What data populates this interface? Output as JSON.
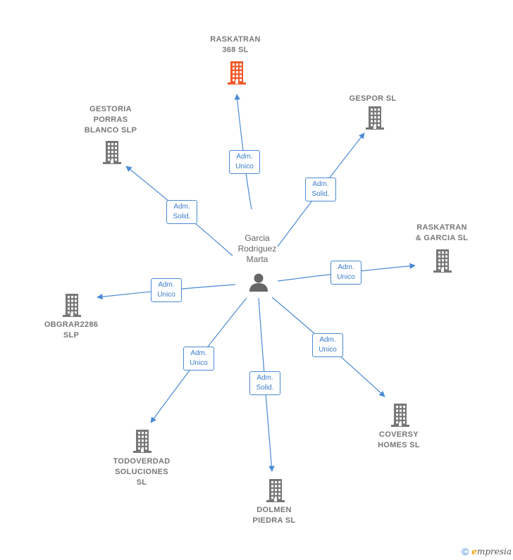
{
  "colors": {
    "edge": "#4a8ad4",
    "building": "#777777",
    "building_highlight": "#f05a28",
    "person": "#666666"
  },
  "center": {
    "name": "Garcia\nRodriguez\nMarta",
    "icon": "person-icon"
  },
  "companies": [
    {
      "id": "raskatran-368",
      "name": "RASKATRAN\n368  SL",
      "role": "Adm.\nUnico",
      "highlight": true
    },
    {
      "id": "gespor",
      "name": "GESPOR  SL",
      "role": "Adm.\nSolid.",
      "highlight": false
    },
    {
      "id": "raskatran-garcia",
      "name": "RASKATRAN\n& GARCIA  SL",
      "role": "Adm.\nUnico",
      "highlight": false
    },
    {
      "id": "coversy",
      "name": "COVERSY\nHOMES  SL",
      "role": "Adm.\nUnico",
      "highlight": false
    },
    {
      "id": "dolmen",
      "name": "DOLMEN\nPIEDRA  SL",
      "role": "Adm.\nSolid.",
      "highlight": false
    },
    {
      "id": "todoverdad",
      "name": "TODOVERDAD\nSOLUCIONES\nSL",
      "role": "Adm.\nUnico",
      "highlight": false
    },
    {
      "id": "obgrar",
      "name": "OBGRAR2286\nSLP",
      "role": "Adm.\nUnico",
      "highlight": false
    },
    {
      "id": "gestoria",
      "name": "GESTORIA\nPORRAS\nBLANCO  SLP",
      "role": "Adm.\nSolid.",
      "highlight": false
    }
  ],
  "footer": {
    "copyright": "©",
    "brand_initial": "e",
    "brand_rest": "mpresia"
  }
}
